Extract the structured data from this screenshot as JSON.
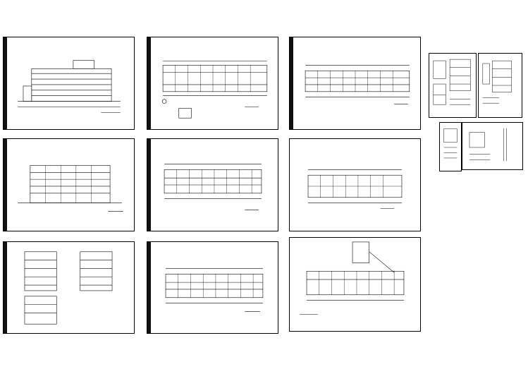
{
  "canvas_background": "#ffffff",
  "line_color": "#000000",
  "sheets": [
    {
      "id": "s1",
      "drawing": "elevation-multistory"
    },
    {
      "id": "s2",
      "drawing": "plan-ground"
    },
    {
      "id": "s3",
      "drawing": "plan-typical"
    },
    {
      "id": "s4",
      "drawing": "elevation-side"
    },
    {
      "id": "s5",
      "drawing": "plan-floor"
    },
    {
      "id": "s6",
      "drawing": "plan-roof"
    },
    {
      "id": "s7",
      "drawing": "sections"
    },
    {
      "id": "s8",
      "drawing": "plan-floor"
    },
    {
      "id": "s9",
      "drawing": "plan-detail"
    },
    {
      "id": "s10",
      "drawing": "detail-stair"
    },
    {
      "id": "s11",
      "drawing": "detail-sections"
    },
    {
      "id": "s12",
      "drawing": "detail-notes"
    },
    {
      "id": "s13",
      "drawing": "detail-wall"
    }
  ]
}
